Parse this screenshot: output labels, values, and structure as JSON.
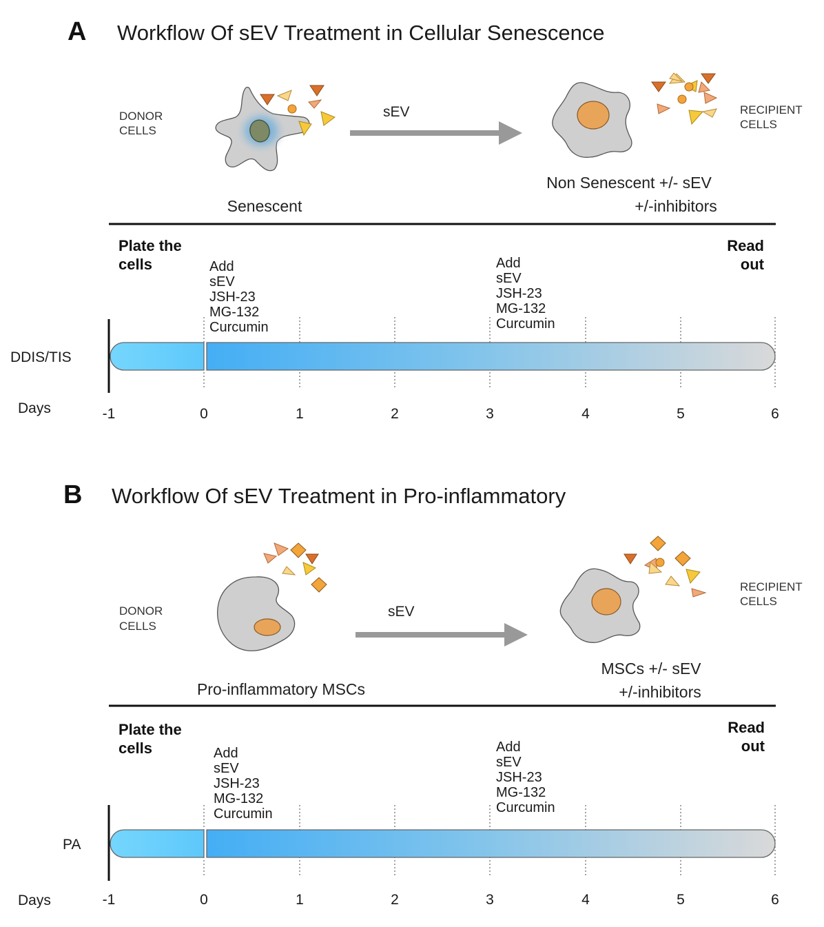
{
  "panels": [
    {
      "letter": "A",
      "title": "Workflow Of sEV Treatment in Cellular Senescence",
      "donor_label": [
        "DONOR",
        "CELLS"
      ],
      "recipient_label": [
        "RECIPIENT",
        "CELLS"
      ],
      "arrow_label": "sEV",
      "donor_caption": "Senescent",
      "recipient_caption": [
        "Non Senescent +/- sEV",
        "+/-inhibitors"
      ],
      "plate_label": [
        "Plate the",
        "cells"
      ],
      "readout_label": [
        "Read",
        "out"
      ],
      "treatment_day0": [
        "Add",
        "sEV",
        "JSH-23",
        "MG-132",
        "Curcumin"
      ],
      "treatment_day3": [
        "Add",
        "sEV",
        "JSH-23",
        "MG-132",
        "Curcumin"
      ],
      "timeline_row_label": "DDIS/TIS",
      "days_label": "Days",
      "day_ticks": [
        "-1",
        "0",
        "1",
        "2",
        "3",
        "4",
        "5",
        "6"
      ]
    },
    {
      "letter": "B",
      "title": "Workflow Of sEV Treatment in Pro-inflammatory",
      "donor_label": [
        "DONOR",
        "CELLS"
      ],
      "recipient_label": [
        "RECIPIENT",
        "CELLS"
      ],
      "arrow_label": "sEV",
      "donor_caption": "Pro-inflammatory MSCs",
      "recipient_caption": [
        "MSCs +/- sEV",
        "+/-inhibitors"
      ],
      "plate_label": [
        "Plate the",
        "cells"
      ],
      "readout_label": [
        "Read",
        "out"
      ],
      "treatment_day0": [
        "Add",
        "sEV",
        "JSH-23",
        "MG-132",
        "Curcumin"
      ],
      "treatment_day3": [
        "Add",
        "sEV",
        "JSH-23",
        "MG-132",
        "Curcumin"
      ],
      "timeline_row_label": "PA",
      "days_label": "Days",
      "day_ticks": [
        "-1",
        "0",
        "1",
        "2",
        "3",
        "4",
        "5",
        "6"
      ]
    }
  ],
  "colors": {
    "cell_gray": "#cfcfcf",
    "nucleus_orange": "#e8a55a",
    "timeline_start": "#6fd3fb",
    "timeline_mid": "#4db2f3",
    "timeline_end": "#d6d6d6",
    "arrow_gray": "#999999"
  }
}
